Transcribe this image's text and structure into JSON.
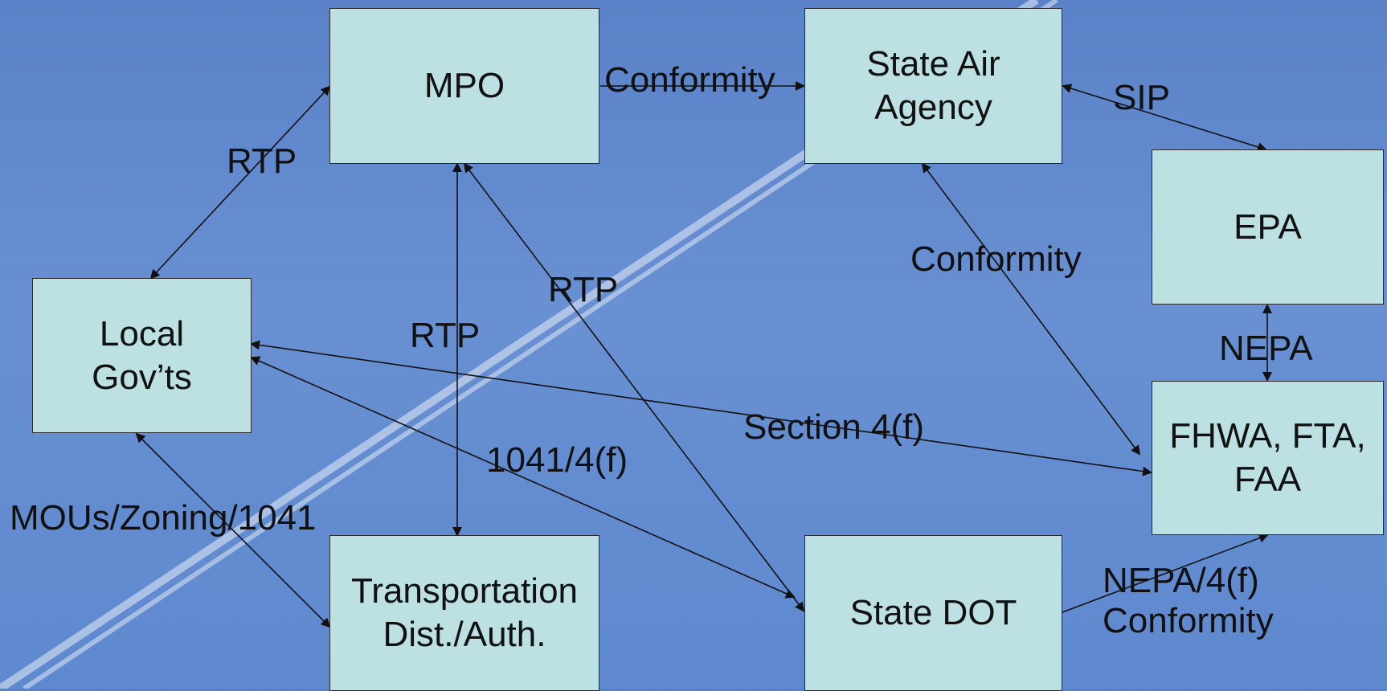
{
  "nodes": {
    "mpo": "MPO",
    "state_air": "State Air\nAgency",
    "epa": "EPA",
    "local": "Local\nGov’ts",
    "fhwa": "FHWA, FTA,\nFAA",
    "transport": "Transportation\nDist./Auth.",
    "state_dot": "State DOT"
  },
  "edges": {
    "mpo_air": "Conformity",
    "air_epa": "SIP",
    "mpo_local": "RTP",
    "mpo_transport": "RTP",
    "mpo_dot": "RTP",
    "air_fhwa": "Conformity",
    "epa_fhwa": "NEPA",
    "local_fhwa": "Section 4(f)",
    "local_dot": "1041/4(f)",
    "local_transport": "MOUs/Zoning/1041",
    "dot_fhwa": "NEPA/4(f)\nConformity"
  },
  "colors": {
    "box_fill": "#bde0e3",
    "background": "#6890d2",
    "line": "#111111"
  }
}
